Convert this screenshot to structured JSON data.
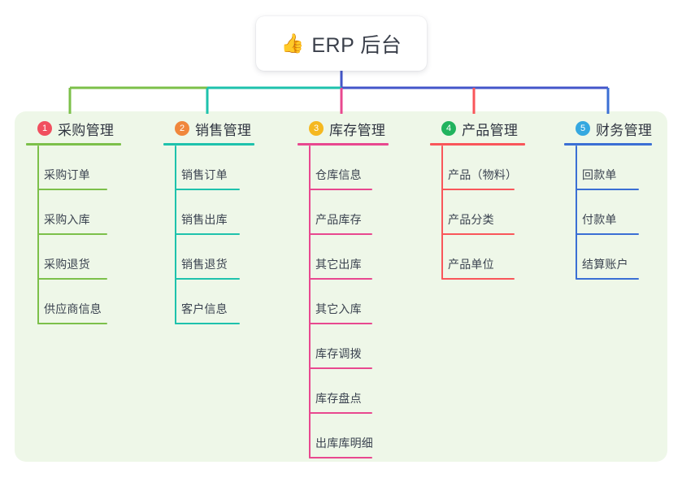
{
  "diagram": {
    "type": "mindmap",
    "root": {
      "icon": "thumbs-up-icon",
      "emoji": "👍",
      "title": "ERP 后台"
    },
    "panel_color": "#eef7e8",
    "branches": [
      {
        "index": "1",
        "title": "采购管理",
        "badge_color": "#f14f5f",
        "line_color": "#7cc04a",
        "items": [
          "采购订单",
          "采购入库",
          "采购退货",
          "供应商信息"
        ]
      },
      {
        "index": "2",
        "title": "销售管理",
        "badge_color": "#f0873c",
        "line_color": "#1ec2ac",
        "items": [
          "销售订单",
          "销售出库",
          "销售退货",
          "客户信息"
        ]
      },
      {
        "index": "3",
        "title": "库存管理",
        "badge_color": "#f5b820",
        "line_color": "#e8488f",
        "items": [
          "仓库信息",
          "产品库存",
          "其它出库",
          "其它入库",
          "库存调拨",
          "库存盘点",
          "出库库明细"
        ]
      },
      {
        "index": "4",
        "title": "产品管理",
        "badge_color": "#21b35e",
        "line_color": "#f9565a",
        "items": [
          "产品（物料）",
          "产品分类",
          "产品单位"
        ]
      },
      {
        "index": "5",
        "title": "财务管理",
        "badge_color": "#35a8e0",
        "line_color": "#3b6fd4",
        "items": [
          "回款单",
          "付款单",
          "结算账户"
        ]
      }
    ],
    "trunk": {
      "color": "#4355c9",
      "segments": [
        {
          "name": "left-green",
          "color": "#7cc04a"
        },
        {
          "name": "mid-teal",
          "color": "#1ec2ac"
        },
        {
          "name": "right-blue",
          "color": "#4355c9"
        }
      ]
    }
  }
}
